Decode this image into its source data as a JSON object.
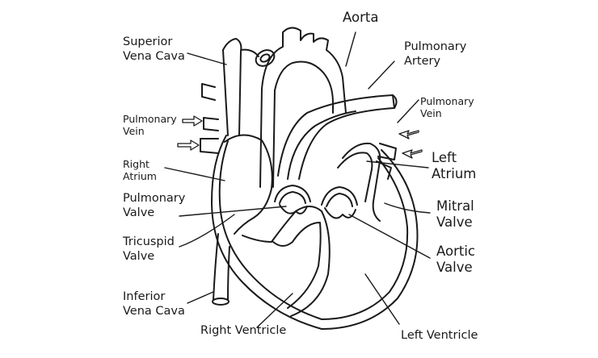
{
  "labels": {
    "aorta": "Aorta",
    "superior_vena_cava": [
      "Superior",
      "Vena Cava"
    ],
    "pulmonary_artery": [
      "Pulmonary",
      "Artery"
    ],
    "pulmonary_vein_left_side": [
      "Pulmonary",
      "Vein"
    ],
    "pulmonary_vein_right_side": [
      "Pulmonary",
      "Vein"
    ],
    "right_atrium": [
      "Right",
      "Atrium"
    ],
    "left_atrium": [
      "Left",
      "Atrium"
    ],
    "pulmonary_valve": [
      "Pulmonary",
      "Valve"
    ],
    "mitral_valve": [
      "Mitral",
      "Valve"
    ],
    "tricuspid_valve": [
      "Tricuspid",
      "Valve"
    ],
    "aortic_valve": [
      "Aortic",
      "Valve"
    ],
    "inferior_vena_cava": [
      "Inferior",
      "Vena Cava"
    ],
    "right_ventricle": "Right Ventricle",
    "left_ventricle": "Left Ventricle"
  },
  "colors": {
    "stroke": "#1a1a1a",
    "background": "#ffffff"
  }
}
